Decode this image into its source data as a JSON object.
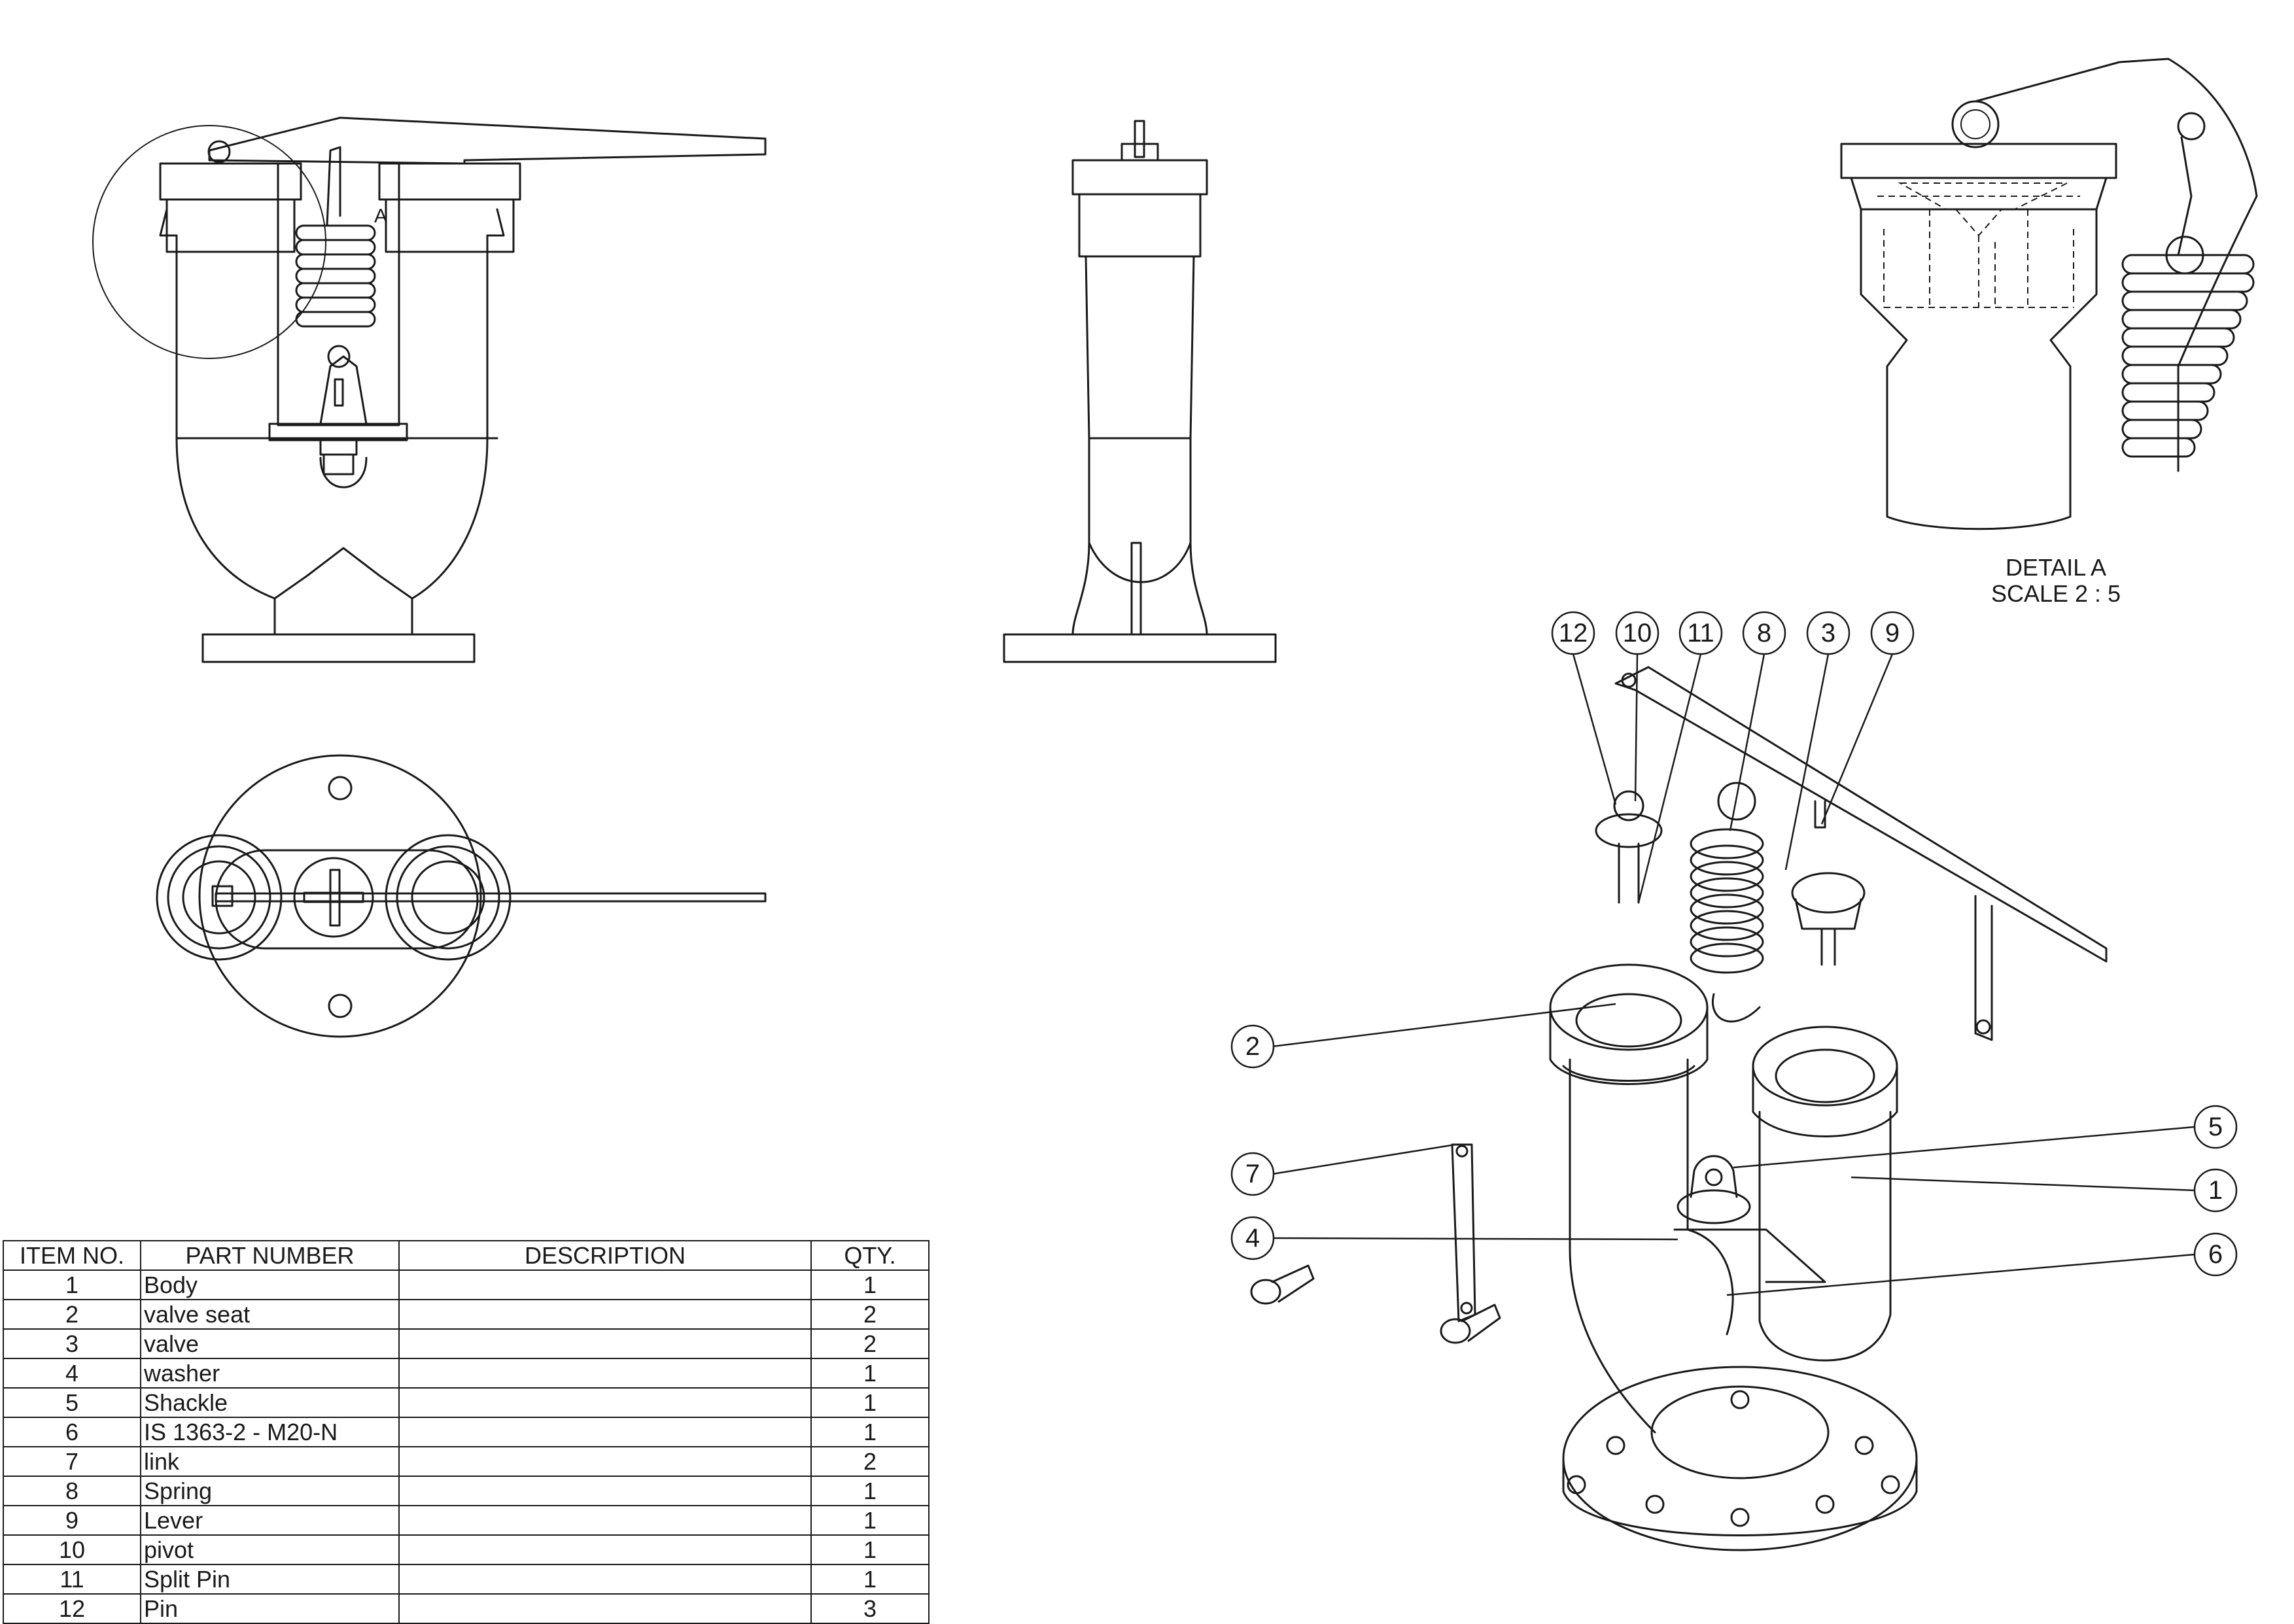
{
  "detail_view": {
    "label": "DETAIL A",
    "scale": "SCALE 2 : 5",
    "callout_letter": "A"
  },
  "balloons": {
    "b1": "1",
    "b2": "2",
    "b3": "3",
    "b4": "4",
    "b5": "5",
    "b6": "6",
    "b7": "7",
    "b8": "8",
    "b9": "9",
    "b10": "10",
    "b11": "11",
    "b12": "12"
  },
  "bom": {
    "headers": {
      "item": "ITEM NO.",
      "part": "PART NUMBER",
      "desc": "DESCRIPTION",
      "qty": "QTY."
    },
    "rows": [
      {
        "item": "1",
        "part": "Body",
        "desc": "",
        "qty": "1"
      },
      {
        "item": "2",
        "part": "valve seat",
        "desc": "",
        "qty": "2"
      },
      {
        "item": "3",
        "part": "valve",
        "desc": "",
        "qty": "2"
      },
      {
        "item": "4",
        "part": "washer",
        "desc": "",
        "qty": "1"
      },
      {
        "item": "5",
        "part": "Shackle",
        "desc": "",
        "qty": "1"
      },
      {
        "item": "6",
        "part": "IS 1363-2 - M20-N",
        "desc": "",
        "qty": "1"
      },
      {
        "item": "7",
        "part": "link",
        "desc": "",
        "qty": "2"
      },
      {
        "item": "8",
        "part": "Spring",
        "desc": "",
        "qty": "1"
      },
      {
        "item": "9",
        "part": "Lever",
        "desc": "",
        "qty": "1"
      },
      {
        "item": "10",
        "part": "pivot",
        "desc": "",
        "qty": "1"
      },
      {
        "item": "11",
        "part": "Split Pin",
        "desc": "",
        "qty": "1"
      },
      {
        "item": "12",
        "part": "Pin",
        "desc": "",
        "qty": "3"
      }
    ]
  }
}
